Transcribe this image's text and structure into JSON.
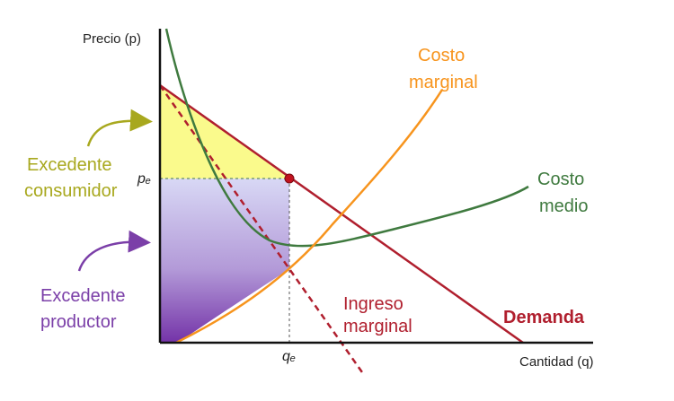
{
  "axes": {
    "y_label": "Precio (p)",
    "x_label": "Cantidad (q)",
    "pe_label": "pₑ",
    "qe_label": "qₑ"
  },
  "curves": {
    "marginal_cost": {
      "label_line1": "Costo",
      "label_line2": "marginal",
      "color": "#f7941d"
    },
    "average_cost": {
      "label_line1": "Costo",
      "label_line2": "medio",
      "color": "#3f7a3f"
    },
    "marginal_revenue": {
      "label_line1": "Ingreso",
      "label_line2": "marginal",
      "color": "#b01f2e"
    },
    "demand": {
      "label": "Demanda",
      "color": "#b01f2e"
    }
  },
  "areas": {
    "consumer_surplus": {
      "label_line1": "Excedente",
      "label_line2": "consumidor",
      "color": "#fafa8c",
      "label_color": "#a8a81e"
    },
    "producer_surplus": {
      "label_line1": "Excedente",
      "label_line2": "productor",
      "color": "#7b3fa8",
      "label_color": "#7b3fa8"
    }
  }
}
